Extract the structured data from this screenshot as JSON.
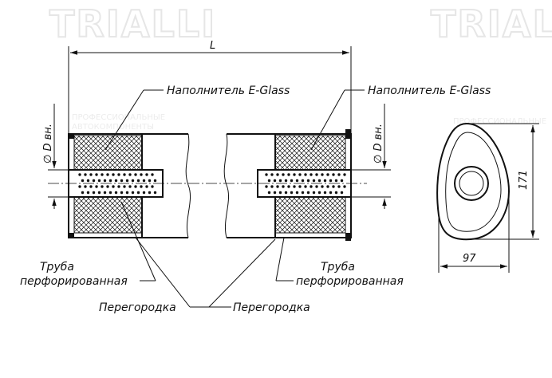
{
  "watermark": {
    "brand": "TRIALLI",
    "tagline_1": "ПРОФЕССИОНАЛЬНЫЕ",
    "tagline_2": "АВТОКОМПОНЕНТЫ"
  },
  "labels": {
    "filler_left": "Наполнитель E-Glass",
    "filler_right": "Наполнитель E-Glass",
    "pipe_left_line1": "Труба",
    "pipe_left_line2": "перфорированная",
    "pipe_right_line1": "Труба",
    "pipe_right_line2": "перфорированная",
    "baffle_left": "Перегородка",
    "baffle_right": "Перегородка"
  },
  "dimensions": {
    "length": "L",
    "inner_diameter_left": "∅ D вн.",
    "inner_diameter_right": "∅ D вн.",
    "height": "171",
    "width": "97"
  }
}
